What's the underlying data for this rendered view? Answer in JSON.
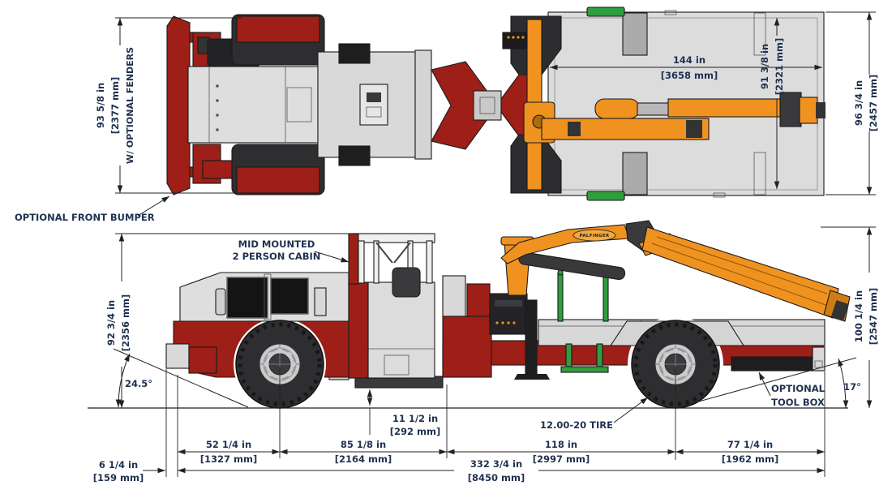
{
  "colors": {
    "body_red": "#9e1f17",
    "body_gray": "#dcdcdc",
    "dark": "#2e2e30",
    "crane_orange": "#ef9220",
    "accent_green": "#2f9e3d",
    "dim_text": "#1f3250",
    "line": "#222222"
  },
  "top_view": {
    "width_with_fenders": {
      "line1": "93 5/8 in",
      "line2": "[2377 mm]",
      "line3": "W/ OPTIONAL FENDERS"
    },
    "front_bumper_callout": "OPTIONAL FRONT BUMPER",
    "bed_length": {
      "line1": "144 in",
      "line2": "[3658 mm]"
    },
    "bed_width": {
      "line1": "91 3/8 in",
      "line2": "[2321 mm]"
    },
    "rear_overall_width": {
      "line1": "96 3/4 in",
      "line2": "[2457 mm]"
    }
  },
  "side_view": {
    "cabin_callout": {
      "line1": "MID MOUNTED",
      "line2": "2 PERSON CABIN"
    },
    "front_height": {
      "line1": "92 3/4 in",
      "line2": "[2356 mm]"
    },
    "rear_height": {
      "line1": "100 1/4 in",
      "line2": "[2547 mm]"
    },
    "approach_angle": "24.5°",
    "departure_angle": "17°",
    "ground_clearance": {
      "line1": "11 1/2 in",
      "line2": "[292 mm]"
    },
    "tire_callout": "12.00-20 TIRE",
    "toolbox_callout": {
      "line1": "OPTIONAL",
      "line2": "TOOL BOX"
    },
    "crane_brand": "PALFINGER"
  },
  "dimensions_bottom": {
    "front_overhang": {
      "line1": "6 1/4 in",
      "line2": "[159 mm]"
    },
    "front_axle_offset": {
      "line1": "52 1/4 in",
      "line2": "[1327 mm]"
    },
    "axle_to_center": {
      "line1": "85 1/8 in",
      "line2": "[2164 mm]"
    },
    "center_to_rear_axle": {
      "line1": "118 in",
      "line2": "[2997 mm]"
    },
    "rear_overhang": {
      "line1": "77 1/4 in",
      "line2": "[1962 mm]"
    },
    "overall_length": {
      "line1": "332 3/4 in",
      "line2": "[8450 mm]"
    }
  }
}
